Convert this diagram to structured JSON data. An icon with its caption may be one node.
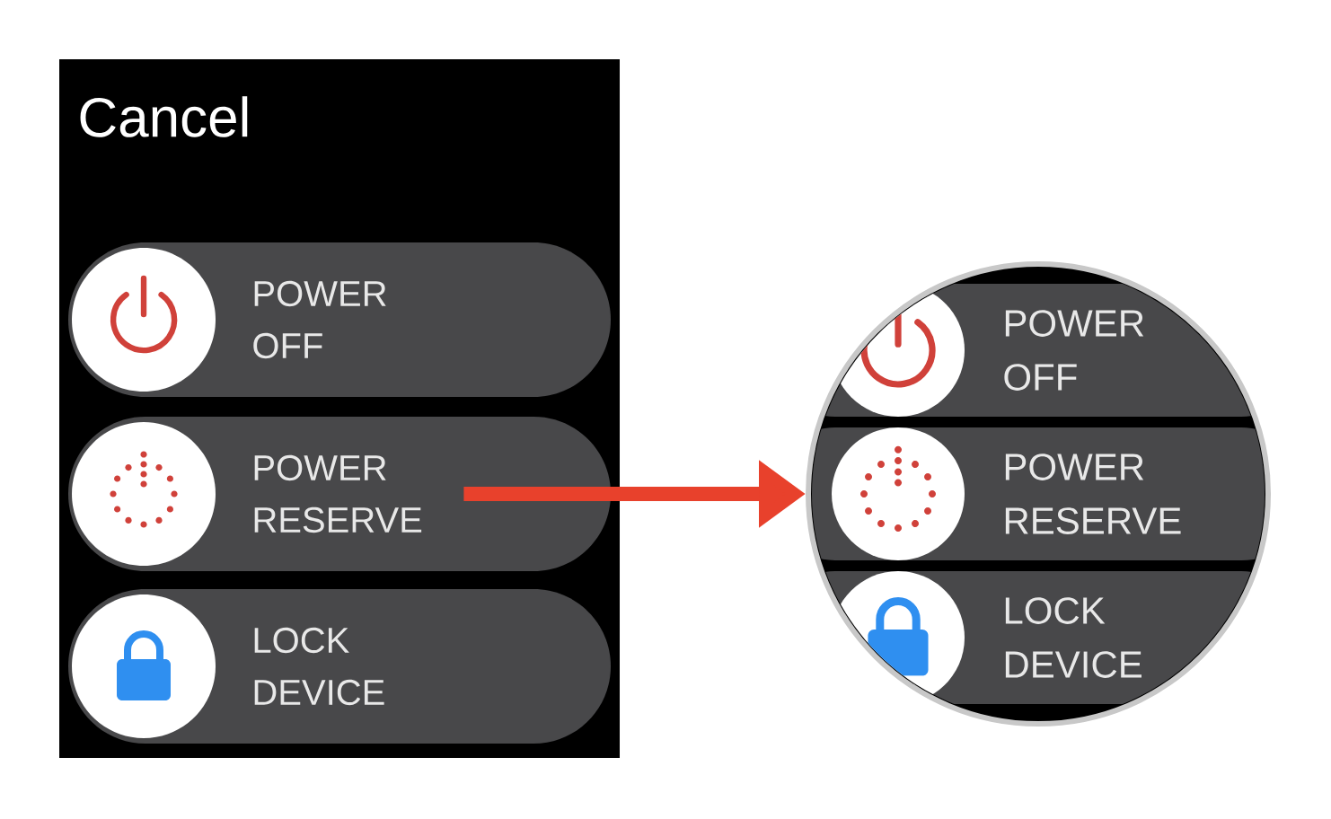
{
  "diagram": {
    "nodes": [
      {
        "text": [
          "Cancel"
        ]
      },
      {
        "text": [
          "POWER OFF"
        ],
        "in": 0
      },
      {
        "text": [
          "POWER RESERVE"
        ],
        "in": 0
      },
      {
        "text": [
          "LOCK DEVICE"
        ],
        "in": 0
      },
      {
        "text": [],
        "shape": "circle"
      },
      {
        "text": [
          "POWER OFF"
        ],
        "in": 4
      },
      {
        "text": [
          "POWER RESERVE"
        ],
        "in": 4
      },
      {
        "text": [
          "LOCK DEVICE"
        ],
        "in": 4
      }
    ],
    "edges": [
      {
        "from": 2,
        "to": 4,
        "arrow": "to",
        "color": "#e8412c"
      }
    ]
  }
}
